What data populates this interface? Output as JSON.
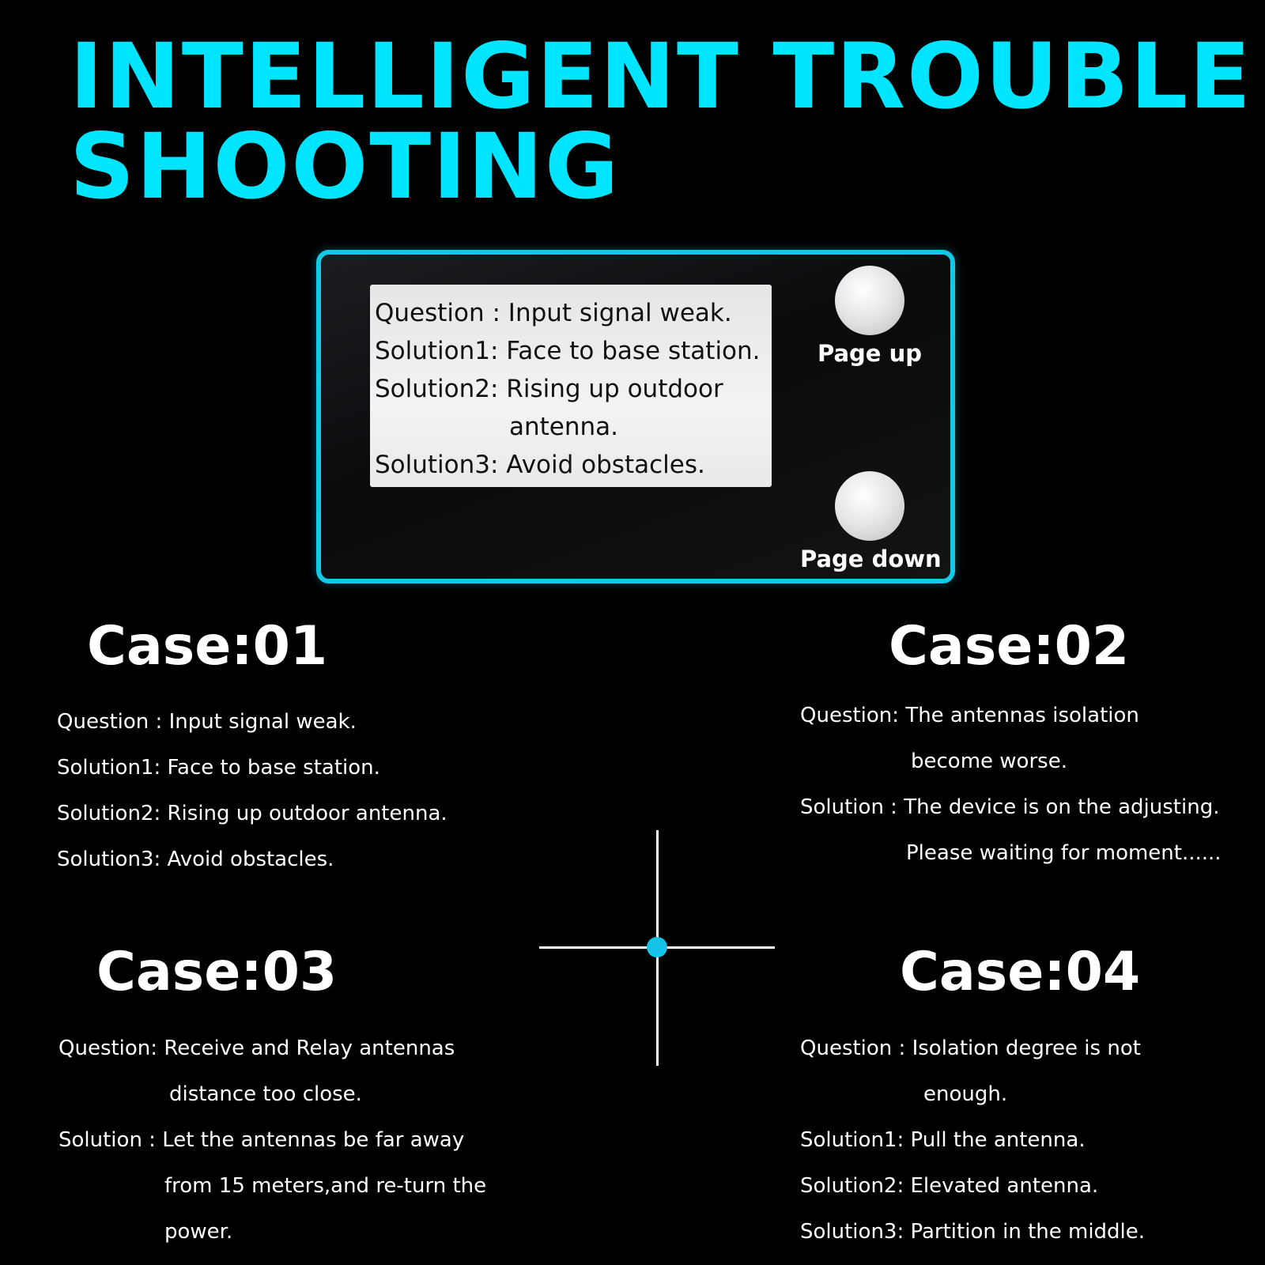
{
  "headline": {
    "line1": "INTELLIGENT TROUBLE",
    "line2": "SHOOTING"
  },
  "device": {
    "screen_lines": [
      "Question : Input signal weak.",
      "Solution1: Face to base station.",
      "Solution2: Rising up outdoor",
      "antenna.",
      "Solution3: Avoid obstacles."
    ],
    "page_up_label": "Page up",
    "page_down_label": "Page down"
  },
  "cases": [
    {
      "title": "Case:01",
      "lines": [
        "Question : Input signal weak.",
        "Solution1: Face to base station.",
        "Solution2: Rising up outdoor antenna.",
        "Solution3: Avoid obstacles."
      ]
    },
    {
      "title": "Case:02",
      "lines": [
        "Question: The antennas isolation",
        "become worse.",
        "Solution : The device is on the adjusting.",
        "Please waiting for moment......"
      ]
    },
    {
      "title": "Case:03",
      "lines": [
        "Question: Receive and Relay antennas",
        "distance too close.",
        "Solution : Let the antennas be far away",
        "from 15 meters,and re-turn the",
        "power."
      ]
    },
    {
      "title": "Case:04",
      "lines": [
        "Question :  Isolation degree is not",
        "enough.",
        "Solution1:  Pull the antenna.",
        "Solution2:  Elevated antenna.",
        "Solution3:  Partition in the middle."
      ]
    }
  ],
  "colors": {
    "accent": "#00e5ff",
    "frame": "#12c9e6",
    "background": "#000000",
    "text": "#ffffff"
  }
}
